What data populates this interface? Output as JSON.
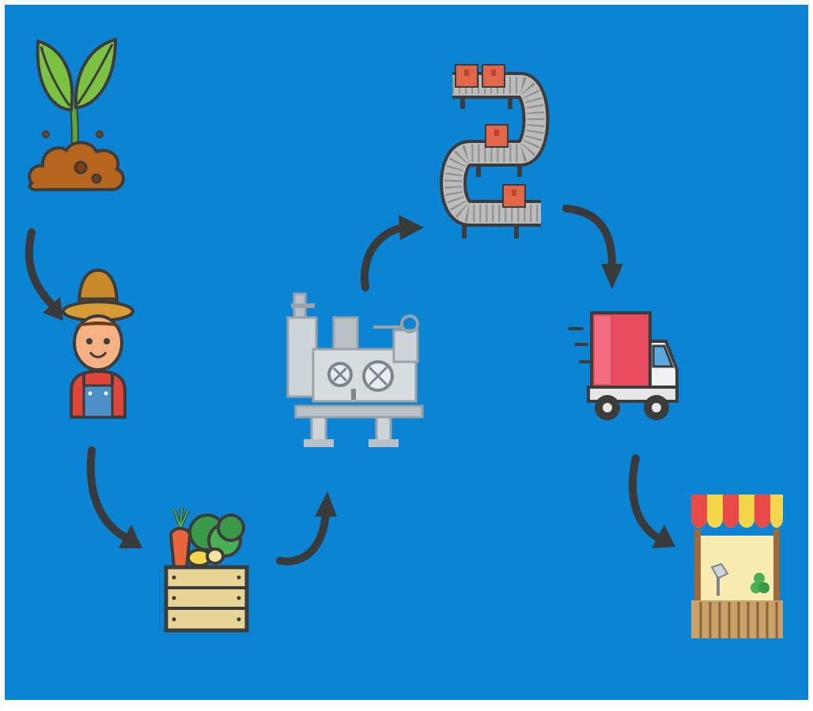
{
  "diagram": {
    "type": "supply-chain-flow",
    "background_color": "#0b84d4",
    "arrow_color": "#3a3a3a",
    "steps": [
      {
        "id": "seedling",
        "icon": "seedling-in-soil-icon"
      },
      {
        "id": "farmer",
        "icon": "farmer-icon"
      },
      {
        "id": "harvest",
        "icon": "vegetable-crate-icon"
      },
      {
        "id": "processing",
        "icon": "processing-machine-icon"
      },
      {
        "id": "packaging",
        "icon": "conveyor-belt-icon"
      },
      {
        "id": "transport",
        "icon": "delivery-truck-icon"
      },
      {
        "id": "retail",
        "icon": "market-stall-icon"
      }
    ],
    "flow": [
      [
        "seedling",
        "farmer"
      ],
      [
        "farmer",
        "harvest"
      ],
      [
        "harvest",
        "processing"
      ],
      [
        "processing",
        "packaging"
      ],
      [
        "packaging",
        "transport"
      ],
      [
        "transport",
        "retail"
      ]
    ]
  }
}
